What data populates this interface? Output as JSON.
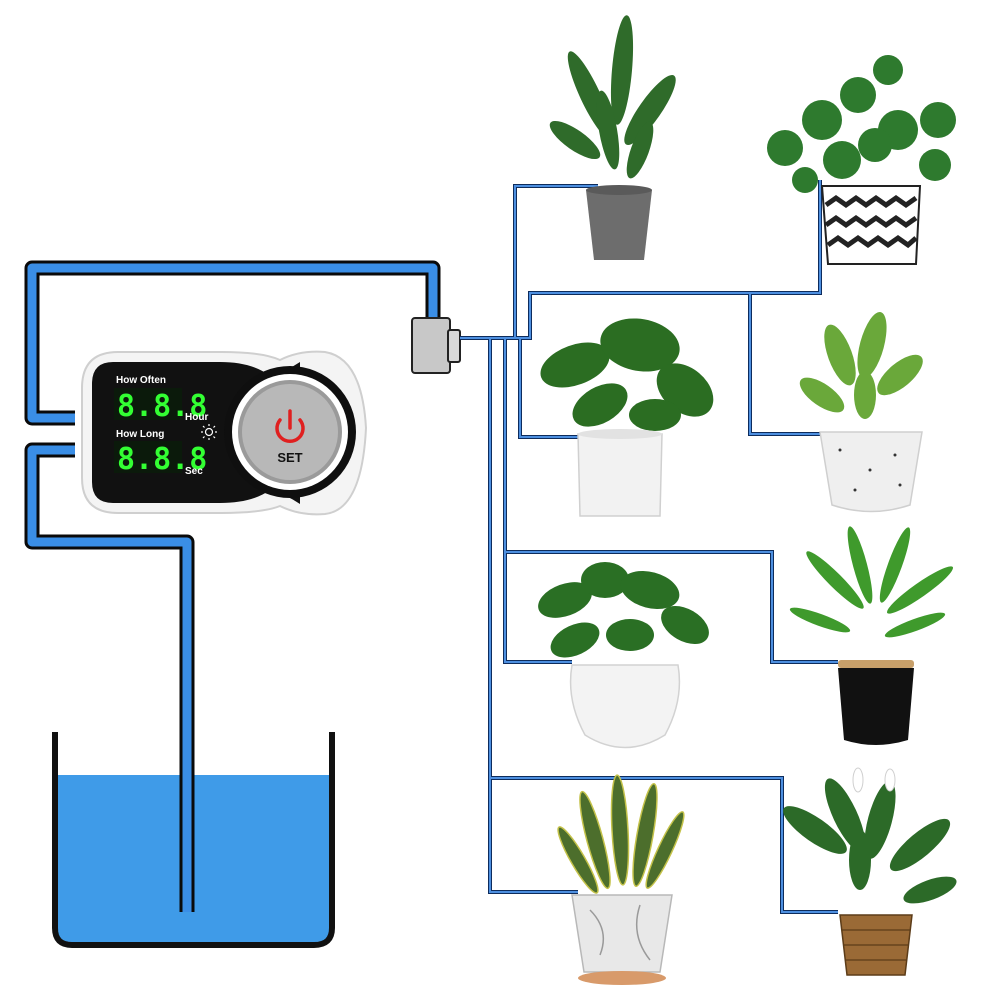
{
  "controller": {
    "how_often_label": "How Often",
    "how_long_label": "How Long",
    "often_digits": "8.8.8",
    "long_digits": "8.8.8",
    "hour_unit": "Hour",
    "sec_unit": "Sec",
    "set_label": "SET",
    "power_icon": "power-icon",
    "brightness_icon": "sun-icon"
  },
  "colors": {
    "tube": "#3a8ee6",
    "tube_outline": "#0a0a0a",
    "branch_line": "#1f57a8",
    "water": "#3f9be8",
    "digits": "#33ff33",
    "power": "#e02020"
  },
  "plants": [
    {
      "id": "bird-of-paradise",
      "pot": "grey-concrete"
    },
    {
      "id": "pilea",
      "pot": "chevron-pattern"
    },
    {
      "id": "monstera",
      "pot": "white-cylinder"
    },
    {
      "id": "calathea",
      "pot": "speckled-white"
    },
    {
      "id": "philodendron",
      "pot": "white-sphere"
    },
    {
      "id": "dracaena",
      "pot": "black-round"
    },
    {
      "id": "snake-plant",
      "pot": "marble-white"
    },
    {
      "id": "peace-lily",
      "pot": "woven-basket"
    }
  ]
}
